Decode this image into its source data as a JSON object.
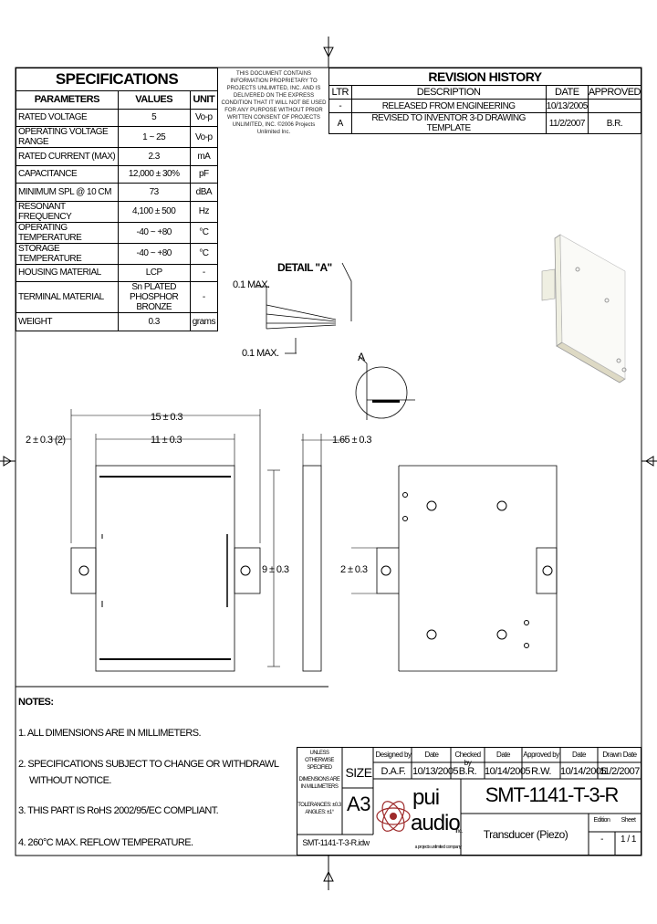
{
  "specifications": {
    "title": "SPECIFICATIONS",
    "headers": [
      "PARAMETERS",
      "VALUES",
      "UNIT"
    ],
    "rows": [
      {
        "param": "RATED VOLTAGE",
        "value": "5",
        "unit": "Vo-p"
      },
      {
        "param": "OPERATING VOLTAGE RANGE",
        "value": "1 ~ 25",
        "unit": "Vo-p"
      },
      {
        "param": "RATED CURRENT (MAX)",
        "value": "2.3",
        "unit": "mA"
      },
      {
        "param": "CAPACITANCE",
        "value": "12,000 ± 30%",
        "unit": "pF"
      },
      {
        "param": "MINIMUM SPL @ 10 CM",
        "value": "73",
        "unit": "dBA"
      },
      {
        "param": "RESONANT FREQUENCY",
        "value": "4,100 ± 500",
        "unit": "Hz"
      },
      {
        "param": "OPERATING TEMPERATURE",
        "value": "-40 ~ +80",
        "unit": "°C"
      },
      {
        "param": "STORAGE TEMPERATURE",
        "value": "-40 ~ +80",
        "unit": "°C"
      },
      {
        "param": "HOUSING MATERIAL",
        "value": "LCP",
        "unit": "-"
      },
      {
        "param": "TERMINAL MATERIAL",
        "value": "Sn PLATED PHOSPHOR BRONZE",
        "unit": "-"
      },
      {
        "param": "WEIGHT",
        "value": "0.3",
        "unit": "grams"
      }
    ]
  },
  "notice": "THIS DOCUMENT CONTAINS INFORMATION PROPRIETARY TO PROJECTS UNLIMITED, INC. AND IS DELIVERED ON THE EXPRESS CONDITION THAT IT WILL NOT BE USED FOR ANY PURPOSE WITHOUT PRIOR WRITTEN CONSENT OF PROJECTS UNLIMITED, INC. ©2006 Projects Unlimited Inc.",
  "revision_history": {
    "title": "REVISION HISTORY",
    "headers": [
      "LTR",
      "DESCRIPTION",
      "DATE",
      "APPROVED"
    ],
    "rows": [
      {
        "ltr": "-",
        "description": "RELEASED FROM ENGINEERING",
        "date": "10/13/2005",
        "approved": ""
      },
      {
        "ltr": "A",
        "description": "REVISED TO INVENTOR 3-D DRAWING TEMPLATE",
        "date": "11/2/2007",
        "approved": "B.R."
      }
    ]
  },
  "detail": {
    "label": "DETAIL \"A\"",
    "dim1": "0.1 MAX.",
    "dim2": "0.1 MAX.",
    "callout": "A"
  },
  "dims": {
    "overall": "15 ± 0.3",
    "body": "11 ± 0.3",
    "tab": "2 ± 0.3 (2)",
    "height": "9 ± 0.3",
    "thickness": "1.65 ± 0.3",
    "tab_side": "2 ± 0.3"
  },
  "notes": {
    "title": "NOTES:",
    "items": [
      "1. ALL DIMENSIONS ARE IN MILLIMETERS.",
      "2. SPECIFICATIONS SUBJECT TO CHANGE OR WITHDRAWL",
      "WITHOUT NOTICE.",
      "3. THIS PART IS RoHS 2002/95/EC COMPLIANT.",
      "4. 260°C MAX. REFLOW TEMPERATURE."
    ]
  },
  "title_block": {
    "tolerance_notes": [
      "UNLESS OTHERWISE SPECIFIED",
      "DIMENSIONS ARE IN MILLIMETERS",
      "TOLERANCES: ±0.3 ANGLES: ±1°"
    ],
    "size_label": "SIZE",
    "size": "A3",
    "file": "SMT-1141-T-3-R.idw",
    "headers": [
      "Designed by",
      "Date",
      "Checked by",
      "Date",
      "Approved by",
      "Date",
      "Drawn Date"
    ],
    "values": [
      "D.A.F.",
      "10/13/2005",
      "B.R.",
      "10/14/2005",
      "R.W.",
      "10/14/2005",
      "11/2/2007"
    ],
    "logo_top": "pui",
    "logo_bottom": "audio",
    "logo_inc": "inc.",
    "logo_tagline": "a projects unlimited company",
    "part_number": "SMT-1141-T-3-R",
    "description": "Transducer (Piezo)",
    "sheet_headers": [
      "Edition",
      "Sheet"
    ],
    "sheet_values": [
      "-",
      "1 / 1"
    ]
  }
}
